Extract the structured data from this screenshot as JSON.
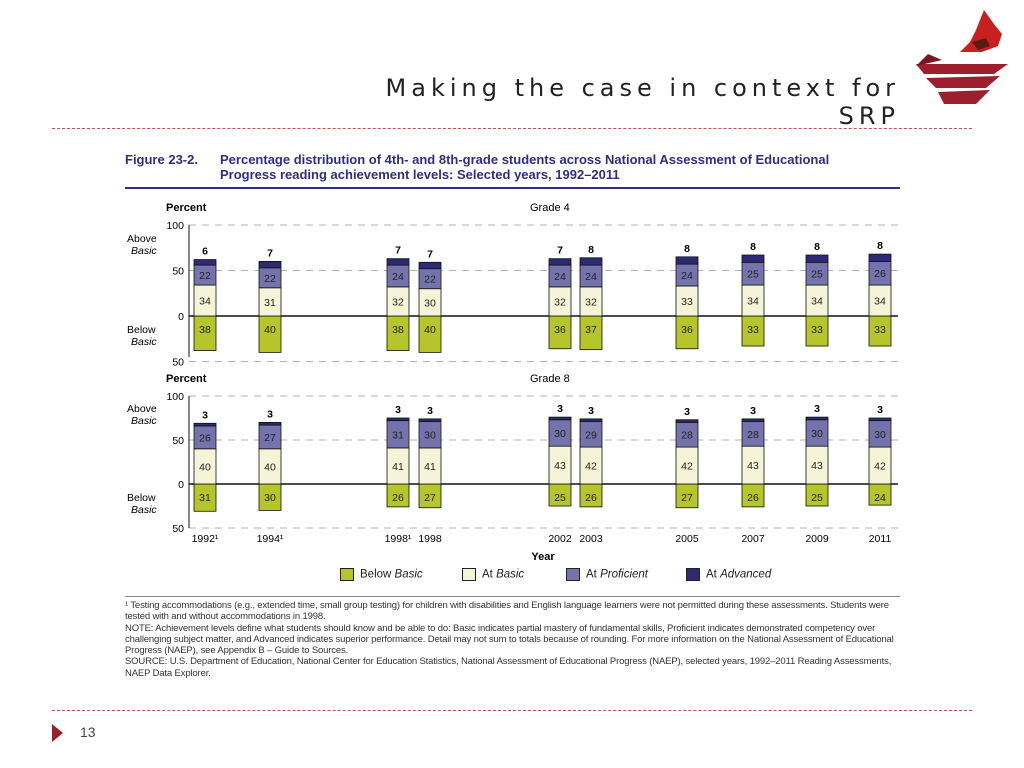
{
  "slide": {
    "title": "Making the case in context for SRP",
    "page_number": "13"
  },
  "figure": {
    "number": "Figure 23-2.",
    "title": "Percentage distribution of 4th- and 8th-grade students across National Assessment of Educational Progress reading achievement levels: Selected years, 1992–2011"
  },
  "colors": {
    "below_basic": "#b6c62a",
    "at_basic": "#f3f5d6",
    "at_proficient": "#7673ac",
    "at_advanced": "#2d2a73",
    "title_blue": "#2f2d86",
    "accent_red": "#9d1f2e"
  },
  "chart_data": [
    {
      "type": "bar",
      "panel": "Grade 4",
      "ylabel": "Percent",
      "above_label": [
        "Above",
        "Basic"
      ],
      "below_label": [
        "Below",
        "Basic"
      ],
      "yticks": [
        "100",
        "50",
        "0",
        "50"
      ],
      "categories": [
        "1992¹",
        "1994¹",
        "1998¹",
        "1998",
        "2002",
        "2003",
        "2005",
        "2007",
        "2009",
        "2011"
      ],
      "series": [
        {
          "name": "Below Basic",
          "values": [
            38,
            40,
            38,
            40,
            36,
            37,
            36,
            33,
            33,
            33
          ]
        },
        {
          "name": "At Basic",
          "values": [
            34,
            31,
            32,
            30,
            32,
            32,
            33,
            34,
            34,
            34
          ]
        },
        {
          "name": "At Proficient",
          "values": [
            22,
            22,
            24,
            22,
            24,
            24,
            24,
            25,
            25,
            26
          ]
        },
        {
          "name": "At Advanced",
          "values": [
            6,
            7,
            7,
            7,
            7,
            8,
            8,
            8,
            8,
            8
          ]
        }
      ],
      "ylim": [
        -50,
        100
      ]
    },
    {
      "type": "bar",
      "panel": "Grade 8",
      "ylabel": "Percent",
      "xlabel": "Year",
      "above_label": [
        "Above",
        "Basic"
      ],
      "below_label": [
        "Below",
        "Basic"
      ],
      "yticks": [
        "100",
        "50",
        "0",
        "50"
      ],
      "categories": [
        "1992¹",
        "1994¹",
        "1998¹",
        "1998",
        "2002",
        "2003",
        "2005",
        "2007",
        "2009",
        "2011"
      ],
      "series": [
        {
          "name": "Below Basic",
          "values": [
            31,
            30,
            26,
            27,
            25,
            26,
            27,
            26,
            25,
            24
          ]
        },
        {
          "name": "At Basic",
          "values": [
            40,
            40,
            41,
            41,
            43,
            42,
            42,
            43,
            43,
            42
          ]
        },
        {
          "name": "At Proficient",
          "values": [
            26,
            27,
            31,
            30,
            30,
            29,
            28,
            28,
            30,
            30
          ]
        },
        {
          "name": "At Advanced",
          "values": [
            3,
            3,
            3,
            3,
            3,
            3,
            3,
            3,
            3,
            3
          ]
        }
      ],
      "ylim": [
        -50,
        100
      ]
    }
  ],
  "legend": {
    "below_basic": {
      "prefix": "Below ",
      "emph": "Basic"
    },
    "at_basic": {
      "prefix": "At ",
      "emph": "Basic"
    },
    "at_proficient": {
      "prefix": "At ",
      "emph": "Proficient"
    },
    "at_advanced": {
      "prefix": "At ",
      "emph": "Advanced"
    }
  },
  "notes": {
    "footnote": "¹ Testing accommodations (e.g., extended time, small group testing) for children with disabilities and English language learners were not permitted during these assessments. Students were tested with and without accommodations in 1998.",
    "note": "NOTE: Achievement levels define what students should know and be able to do: Basic indicates partial mastery of fundamental skills, Proficient indicates demonstrated competency over challenging subject matter, and Advanced indicates superior performance. Detail may not sum to totals because of rounding. For more information on the National Assessment of Educational Progress (NAEP), see Appendix B – Guide to Sources.",
    "source": "SOURCE: U.S. Department of Education, National Center for Education Statistics, National Assessment of Educational Progress (NAEP), selected years, 1992–2011 Reading Assessments, NAEP Data Explorer."
  }
}
